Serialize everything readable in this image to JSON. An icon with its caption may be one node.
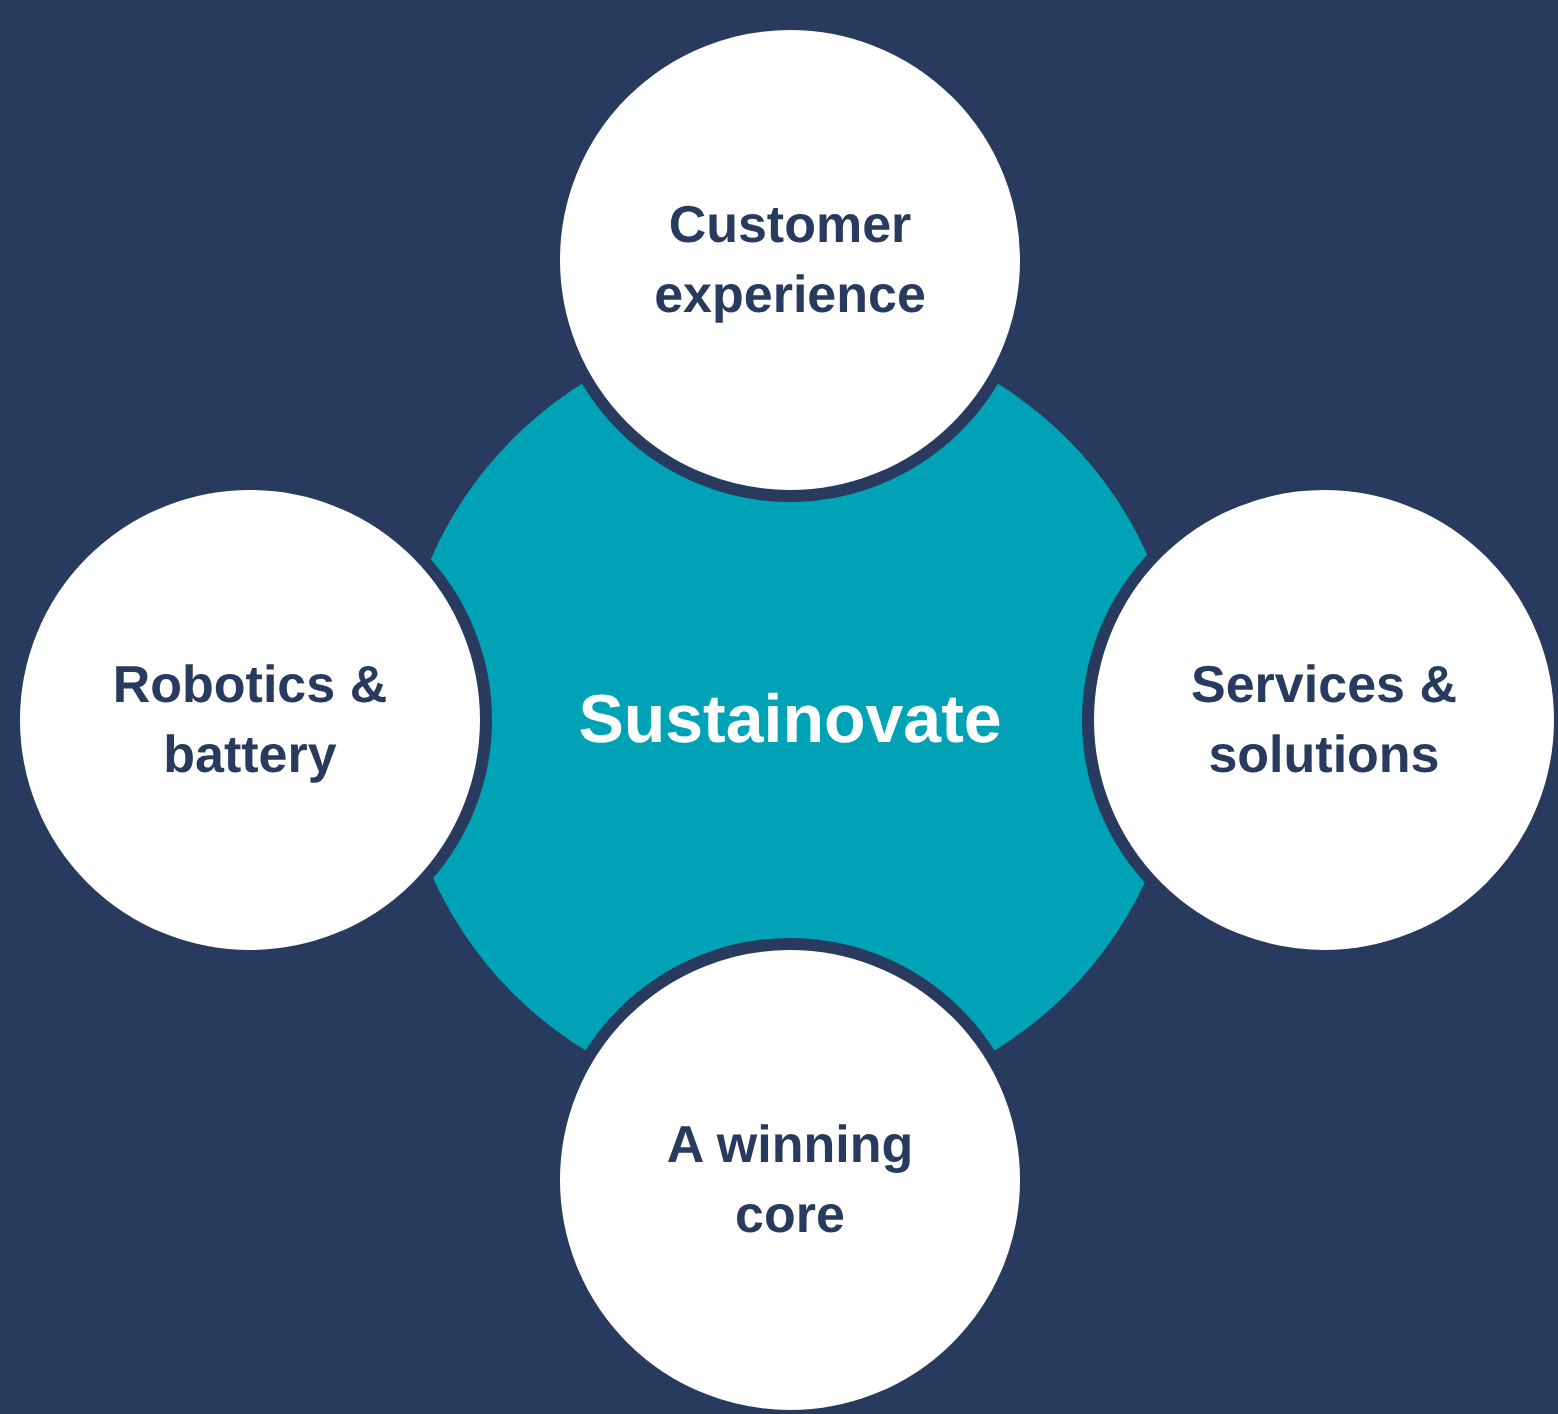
{
  "diagram": {
    "nodes": [
      {
        "text": [
          "Sustainovate"
        ]
      },
      {
        "text": [
          "Customer experience"
        ]
      },
      {
        "text": [
          "Robotics & battery"
        ]
      },
      {
        "text": [
          "Services & solutions"
        ]
      },
      {
        "text": [
          "A winning core"
        ]
      }
    ]
  }
}
